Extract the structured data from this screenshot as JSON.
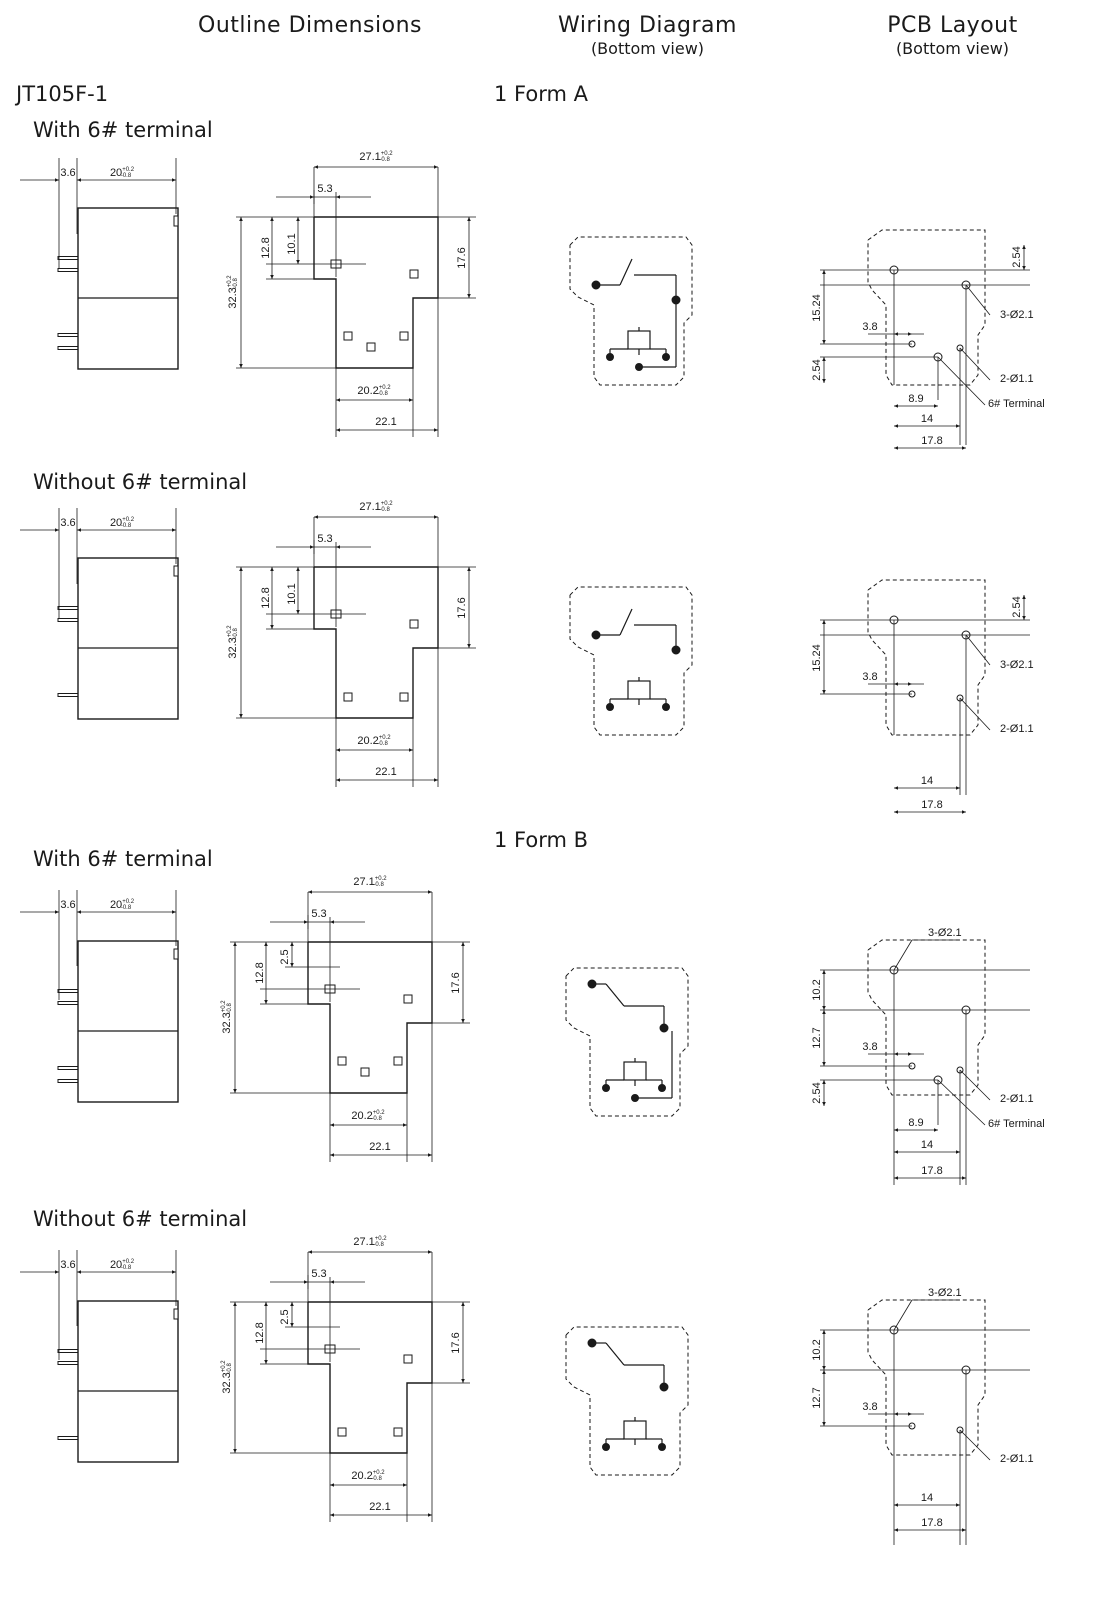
{
  "headers": {
    "outline": "Outline Dimensions",
    "wiring": "Wiring Diagram",
    "wiring_sub": "(Bottom view)",
    "pcb": "PCB Layout",
    "pcb_sub": "(Bottom view)"
  },
  "model": "JT105F-1",
  "forms": {
    "a": "1 Form A",
    "b": "1 Form B"
  },
  "sections": [
    {
      "label": "With 6# terminal",
      "form": "A",
      "sixth": true
    },
    {
      "label": "Without 6# terminal",
      "form": "A",
      "sixth": false
    },
    {
      "label": "With 6# terminal",
      "form": "B",
      "sixth": true
    },
    {
      "label": "Without 6# terminal",
      "form": "B",
      "sixth": false
    }
  ],
  "dims": {
    "side_a": "3.6",
    "side_b": "20",
    "side_b_tol_plus": "+0.2",
    "side_b_tol_minus": "-0.8",
    "top_width": "27.1",
    "top_tol_plus": "+0.2",
    "top_tol_minus": "-0.8",
    "offset": "5.3",
    "gap_b": "2.5",
    "h1": "12.8",
    "h2": "10.1",
    "h_total": "32.3",
    "h_tol_plus": "+0.2",
    "h_tol_minus": "-0.8",
    "h_right": "17.6",
    "w_mid": "20.2",
    "w_mid_tol_plus": "+0.2",
    "w_mid_tol_minus": "-0.8",
    "w_bottom": "22.1"
  },
  "pcb": {
    "d_254": "2.54",
    "d_1524": "15.24",
    "d_102": "10.2",
    "d_127": "12.7",
    "d_38": "3.8",
    "d_89": "8.9",
    "d_14": "14",
    "d_178": "17.8",
    "hole3": "3-Ø2.1",
    "hole2": "2-Ø1.1",
    "sixth": "6# Terminal"
  }
}
